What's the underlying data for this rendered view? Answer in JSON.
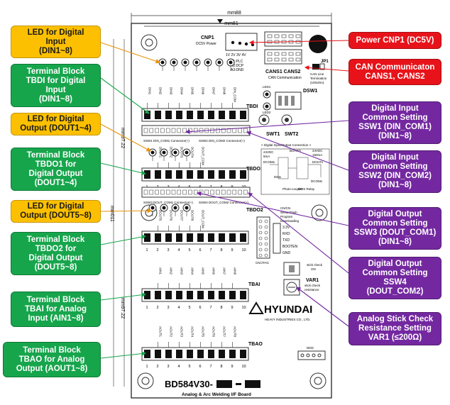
{
  "board": {
    "dim_top_outer": "mm88",
    "dim_top_inner": "mm81",
    "dim_side_1": "mm97.22",
    "dim_side_2": "mm011",
    "dim_side_3": "mm97.22",
    "cnp1_label": "CNP1",
    "cnp1_sub": "DC5V Power",
    "cnp1_pins": "1V  2V  3V  4V",
    "jp1_label": "JP1",
    "jp1_sub": "CAN Line\nTermination\n(100ohm)",
    "cans_labels": "CANS1   CANS2",
    "cans_sub": "CAN Communication",
    "dsw1_label": "DSW1",
    "led_sdi_labels": [
      "LED1",
      "LED2"
    ],
    "mode_labels": [
      "A1:PLC",
      "A2:DCP",
      "A3:DND"
    ],
    "din_labels": [
      "DIN1",
      "DIN2",
      "DIN3",
      "DIN4",
      "DIN5",
      "DIN6",
      "DIN7",
      "DIN8",
      "DIN_COM"
    ],
    "tbdi_label": "TBDI",
    "terminal_numbers": [
      "1",
      "2",
      "3",
      "4",
      "5",
      "6",
      "7",
      "8",
      "9",
      "10"
    ],
    "ssw1_text": "SSW1 DIN_COM1 Connector(+)",
    "ssw2_text": "SSW2 DIN_COM2 Connector(+)",
    "swt_labels": [
      "SWT1",
      "SWT2"
    ],
    "dout_labels_1": [
      "DOUT1",
      "DOUT2",
      "DOUT3",
      "DOUT4",
      "DOUT_COM"
    ],
    "tbdo1_label": "TBDO1",
    "schematic_title": "< Digital Input/Output Connection >",
    "schematic_labels": [
      "24VDC",
      "5mA",
      "DCOMx",
      "BOARD",
      "24VDC",
      "150mA",
      "DOUTx",
      "DINx",
      "Photo-coupler",
      "MOS Relay",
      "DCOMx"
    ],
    "ssw3_text": "SSW3 DOUT_COM1 Connector(+)",
    "ssw4_text": "SSW4 DOUT_COM2 Connector(+)",
    "dout_labels_2": [
      "DOUT5",
      "DOUT6",
      "DOUT7",
      "DOUT8",
      "DOUT_COM"
    ],
    "tbdo2_label": "TBDO2",
    "serial_labels": [
      "CN/CN",
      "Serial Flash",
      "Program",
      "Downloading"
    ],
    "serial_pins": [
      "3.3V",
      "RXD",
      "TXD",
      "BOOTEN",
      "GND"
    ],
    "cn_jtag": "CN/JTAG",
    "ain_labels": [
      "AIN1",
      "AIN2",
      "AIN3",
      "AIN4",
      "AIN5",
      "AIN6",
      "AIN7",
      "AIN8"
    ],
    "tbai_label": "TBAI",
    "stick_check": [
      "stick check",
      "ON"
    ],
    "var1_label": "VAR1",
    "var1_sub": [
      "stick check",
      "resistance"
    ],
    "hyundai_logo": "HYUNDAI",
    "hyundai_sub": "HEAVY INDUSTRIES CO., LTD.",
    "aout_labels": [
      "AOUT1",
      "AOUT2",
      "AOUT3",
      "AOUT4",
      "AOUT5",
      "AOUT6",
      "AOUT7",
      "AOUT8"
    ],
    "tbao_label": "TBAO",
    "ddd_label": "DDD",
    "model_number": "BD584V30-",
    "board_title": "Analog & Arc Welding I/F Board"
  },
  "callouts_left": [
    {
      "lines": [
        "LED for Digital",
        "Input",
        "(DIN1~8)"
      ],
      "color": "#fcc000"
    },
    {
      "lines": [
        "Terminal Block",
        "TBDI for Digital",
        "Input",
        "(DIN1~8)"
      ],
      "color": "#17a54c"
    },
    {
      "lines": [
        "LED for Digital",
        "Output (DOUT1~4)"
      ],
      "color": "#fcc000"
    },
    {
      "lines": [
        "Terminal Block",
        "TBDO1 for",
        "Digital Output",
        "(DOUT1~4)"
      ],
      "color": "#17a54c"
    },
    {
      "lines": [
        "LED for Digital",
        "Output (DOUT5~8)"
      ],
      "color": "#fcc000"
    },
    {
      "lines": [
        "Terminal Block",
        "TBDO2 for",
        "Digital Output",
        "(DOUT5~8)"
      ],
      "color": "#17a54c"
    },
    {
      "lines": [
        "Terminal Block",
        "TBAI for Analog",
        "Input (AIN1~8)"
      ],
      "color": "#17a54c"
    },
    {
      "lines": [
        "Terminal Block",
        "TBAO for Analog",
        "Output (AOUT1~8)"
      ],
      "color": "#17a54c"
    }
  ],
  "callouts_right": [
    {
      "lines": [
        "Power CNP1 (DC5V)"
      ],
      "color": "#e8131a"
    },
    {
      "lines": [
        "CAN Communicaton",
        "CANS1, CANS2"
      ],
      "color": "#e8131a"
    },
    {
      "lines": [
        "Digital Input",
        "Common Setting",
        "SSW1 (DIN_COM1)",
        "(DIN1~8)"
      ],
      "color": "#7328a0"
    },
    {
      "lines": [
        "Digital Input",
        "Common Setting",
        "SSW2 (DIN_COM2)",
        "(DIN1~8)"
      ],
      "color": "#7328a0"
    },
    {
      "lines": [
        "Digital Output",
        "Common Setting",
        "SSW3 (DOUT_COM1)",
        "(DIN1~8)"
      ],
      "color": "#7328a0"
    },
    {
      "lines": [
        "Digital Output",
        "Common Setting",
        "SSW4",
        "(DOUT_COM2)"
      ],
      "color": "#7328a0"
    },
    {
      "lines": [
        "Analog Stick Check",
        "Resistance Setting",
        "VAR1 (≤200Ω)"
      ],
      "color": "#7328a0"
    }
  ]
}
